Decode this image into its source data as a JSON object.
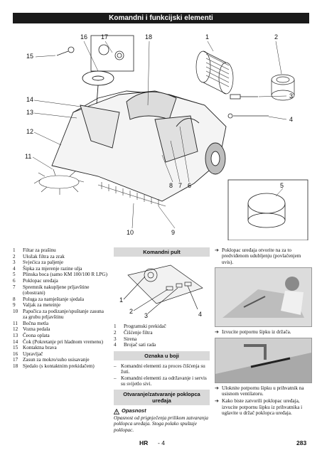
{
  "header": {
    "title": "Komandni i funkcijski elementi"
  },
  "figure": {
    "callouts": [
      "16",
      "17",
      "18",
      "1",
      "2",
      "15",
      "14",
      "13",
      "12",
      "11",
      "3",
      "4",
      "8",
      "7",
      "6",
      "5",
      "10",
      "9"
    ]
  },
  "parts": [
    {
      "n": "1",
      "t": "Filtar za prašinu"
    },
    {
      "n": "2",
      "t": "Uložak filtra za zrak"
    },
    {
      "n": "3",
      "t": "Svjećica za paljenje"
    },
    {
      "n": "4",
      "t": "Šipka za mjerenje razine ulja"
    },
    {
      "n": "5",
      "t": "Plinska boca (samo KM 100/100 R LPG)"
    },
    {
      "n": "6",
      "t": "Poklopac uređaja"
    },
    {
      "n": "7",
      "t": "Spremnik nakupljene prljavštine (obostrani)"
    },
    {
      "n": "8",
      "t": "Poluga za namještanje sjedala"
    },
    {
      "n": "9",
      "t": "Valjak za meteinje"
    },
    {
      "n": "10",
      "t": "Papučica za podizanje/spuštanje zasuna za grubu prljavštinu"
    },
    {
      "n": "11",
      "t": "Bočna metla"
    },
    {
      "n": "12",
      "t": "Vozna pedala"
    },
    {
      "n": "13",
      "t": "Čeona oplata"
    },
    {
      "n": "14",
      "t": "Čok (Pokretanje pri hladnom vremenu)"
    },
    {
      "n": "15",
      "t": "Kontaktna brava"
    },
    {
      "n": "16",
      "t": "Upravljač"
    },
    {
      "n": "17",
      "t": "Zasun za mokro/suho usisavanje"
    },
    {
      "n": "18",
      "t": "Sjedalo (s kontaktnim prekidačem)"
    }
  ],
  "panel": {
    "heading": "Komandni pult",
    "fig_callouts": [
      "1",
      "2",
      "3",
      "4"
    ],
    "items": [
      {
        "n": "1",
        "t": "Programski prekidač"
      },
      {
        "n": "2",
        "t": "Čišćenje filtra"
      },
      {
        "n": "3",
        "t": "Sirena"
      },
      {
        "n": "4",
        "t": "Brojač sati rada"
      }
    ]
  },
  "colors_section": {
    "heading": "Oznaka u boji",
    "items": [
      "Komandni elementi za proces čišćenja su žuti.",
      "Komandni elementi za održavanje i servis su svijetlo sivi."
    ]
  },
  "hood_section": {
    "heading": "Otvaranje/zatvaranje poklopca uređaja",
    "warning_label": "Opasnost",
    "warning_text": "Opasnost od prignječenja prilikom zatvaranja poklopca uređaja. Stoga polako spuštaje poklopac."
  },
  "steps": {
    "s1": "Poklopac uređaja otvorite na za to predviđenom udubljenju (povlačenjem uvis).",
    "s2": "Izvucite potpornu šipku iz držača.",
    "s3": "Uloknite potpornu šipku u prihvatnik na usisnom ventilatoru.",
    "s4": "Kako biste zatvorili poklopac uređaja, izvucite potpornu šipku iz prihvatnika i uglavite u držač poklopca uređaja."
  },
  "footer": {
    "lang": "HR",
    "sep": "- 4",
    "page": "283"
  }
}
